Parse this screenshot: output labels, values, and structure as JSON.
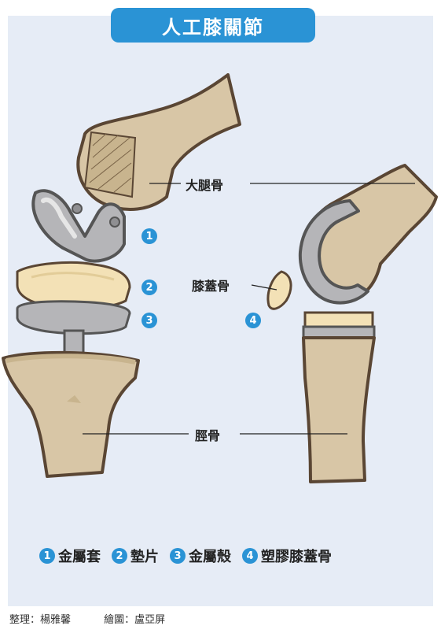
{
  "title": "人工膝關節",
  "labels": {
    "femur": "大腿骨",
    "patella": "膝蓋骨",
    "tibia": "脛骨"
  },
  "markers": {
    "m1": "1",
    "m2": "2",
    "m3": "3",
    "m4": "4"
  },
  "legend": [
    {
      "num": "1",
      "text": "金屬套"
    },
    {
      "num": "2",
      "text": "墊片"
    },
    {
      "num": "3",
      "text": "金屬殼"
    },
    {
      "num": "4",
      "text": "塑膠膝蓋骨"
    }
  ],
  "credits": {
    "editor": "整理：楊雅馨",
    "illustrator": "繪圖：盧亞屏"
  },
  "colors": {
    "accent": "#2a93d5",
    "background": "#e6ecf6",
    "bone": "#d8c6a6",
    "outline": "#5a4634",
    "metal": "#b5b5b8",
    "pad": "#f3e1b6"
  }
}
